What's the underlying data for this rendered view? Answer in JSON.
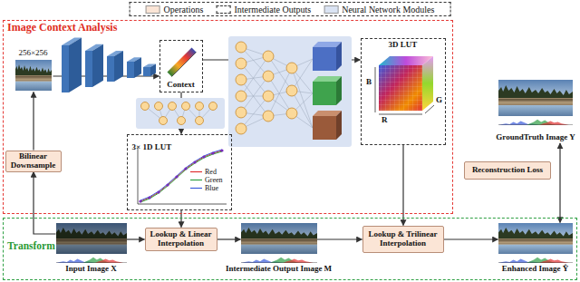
{
  "diagram": {
    "nodes": [
      {
        "text": [
          "Image Context Analysis"
        ]
      },
      {
        "text": [
          "256×256"
        ],
        "in": 0
      },
      {
        "text": [
          "Bilinear Downsample"
        ],
        "in": 0
      },
      {
        "text": [
          "Context"
        ],
        "in": 0
      },
      {
        "text": [
          "3× 1D LUT"
        ],
        "in": 0
      },
      {
        "text": [
          "3D LUT"
        ],
        "in": 0
      },
      {
        "text": [
          "GroundTruth Image Y"
        ]
      },
      {
        "text": [
          "Reconstruction Loss"
        ]
      },
      {
        "text": [
          "Transform"
        ]
      },
      {
        "text": [
          "Input Image X"
        ],
        "in": 8
      },
      {
        "text": [
          "Lookup & Linear Interpolation"
        ],
        "in": 8
      },
      {
        "text": [
          "Intermediate Output Image M"
        ],
        "in": 8
      },
      {
        "text": [
          "Lookup & Trilinear Interpolation"
        ],
        "in": 8
      },
      {
        "text": [
          "Enhanced Image Ŷ"
        ],
        "in": 8
      }
    ],
    "edges": [
      {
        "from": 9,
        "to": 2,
        "arrow": "to"
      },
      {
        "from": 2,
        "to": 1,
        "arrow": "to"
      },
      {
        "from": 1,
        "to": 3,
        "arrow": "to"
      },
      {
        "from": 3,
        "to": 5,
        "arrow": "to"
      },
      {
        "from": 3,
        "to": 4,
        "arrow": "to"
      },
      {
        "from": 4,
        "to": 10,
        "arrow": "to"
      },
      {
        "from": 9,
        "to": 10,
        "arrow": "to"
      },
      {
        "from": 10,
        "to": 11,
        "arrow": "to"
      },
      {
        "from": 11,
        "to": 12,
        "arrow": "to"
      },
      {
        "from": 5,
        "to": 12,
        "arrow": "to"
      },
      {
        "from": 12,
        "to": 13,
        "arrow": "to"
      },
      {
        "from": 13,
        "to": 6,
        "arrow": "both"
      }
    ],
    "labels": [
      "B",
      "R",
      "G",
      "Red",
      "Green",
      "Blue"
    ],
    "legend": [
      {
        "text": "Operations",
        "color": "#fbe5d6"
      },
      {
        "text": "Intermediate Outputs"
      },
      {
        "text": "Neural Network Modules",
        "color": "#dae3f3"
      }
    ]
  }
}
